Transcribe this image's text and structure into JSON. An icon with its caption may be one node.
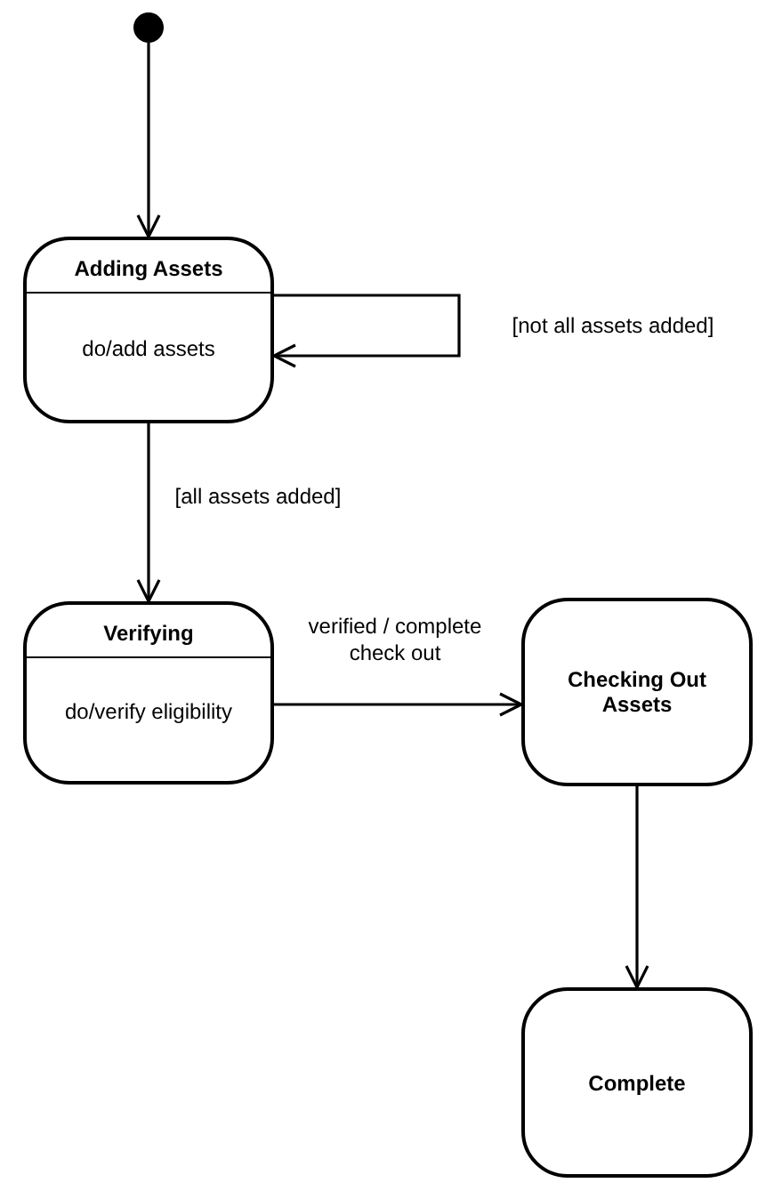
{
  "diagram": {
    "nodes": [
      {
        "text": [],
        "shape": "circle"
      },
      {
        "text": [
          "Adding Assets",
          "do/add assets"
        ]
      },
      {
        "text": [
          "Verifying",
          "do/verify eligibility"
        ]
      },
      {
        "text": [
          "Checking Out Assets"
        ]
      },
      {
        "text": [
          "Complete"
        ]
      }
    ],
    "edges": [
      {
        "from": 0,
        "to": 1,
        "arrow": "to"
      },
      {
        "from": 1,
        "to": 1,
        "label": "[not all assets added]",
        "arrow": "to"
      },
      {
        "from": 1,
        "to": 2,
        "label": "[all assets added]",
        "arrow": "to"
      },
      {
        "from": 2,
        "to": 3,
        "label": "verified / complete check out",
        "arrow": "to"
      },
      {
        "from": 3,
        "to": 4,
        "arrow": "to"
      }
    ]
  }
}
